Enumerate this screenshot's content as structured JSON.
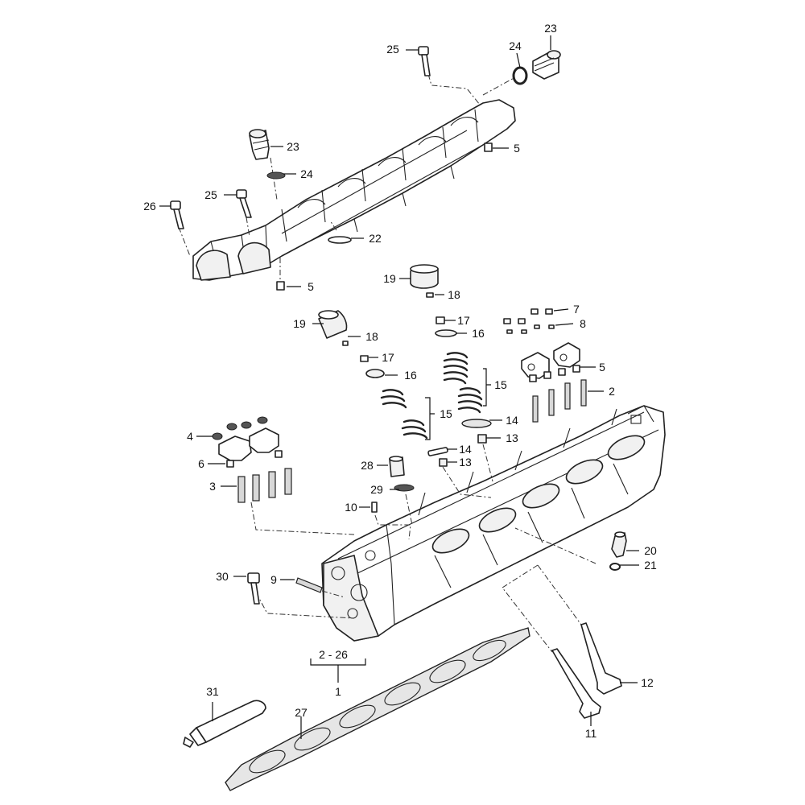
{
  "callouts": {
    "c1": "1",
    "c2": "2",
    "c3": "3",
    "c4": "4",
    "c5a": "5",
    "c5b": "5",
    "c5c": "5",
    "c6": "6",
    "c7": "7",
    "c8": "8",
    "c9": "9",
    "c10": "10",
    "c11": "11",
    "c12": "12",
    "c13a": "13",
    "c13b": "13",
    "c14a": "14",
    "c14b": "14",
    "c15a": "15",
    "c15b": "15",
    "c16a": "16",
    "c16b": "16",
    "c17a": "17",
    "c17b": "17",
    "c18a": "18",
    "c18b": "18",
    "c19a": "19",
    "c19b": "19",
    "c20": "20",
    "c21": "21",
    "c22": "22",
    "c23a": "23",
    "c23b": "23",
    "c24a": "24",
    "c24b": "24",
    "c25a": "25",
    "c25b": "25",
    "c26": "26",
    "c27": "27",
    "c28": "28",
    "c29": "29",
    "c30": "30",
    "c31": "31",
    "range": "2 - 26"
  }
}
